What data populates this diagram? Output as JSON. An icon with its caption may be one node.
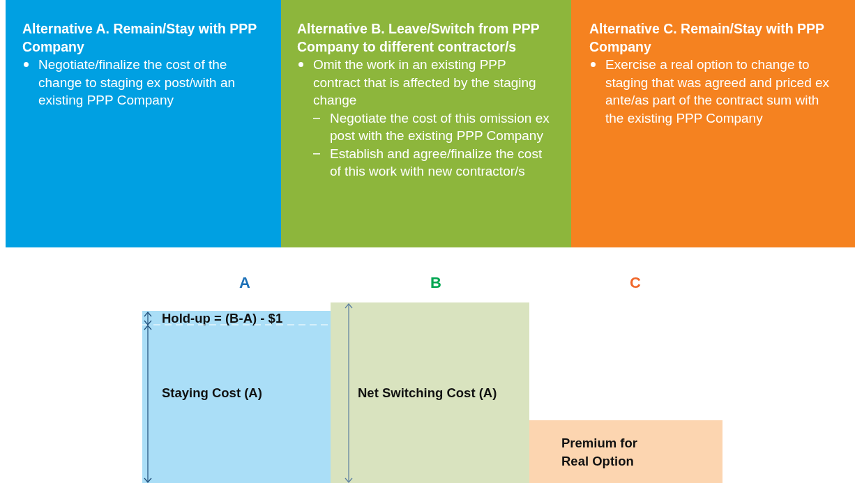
{
  "diagram": {
    "nodes": [
      {
        "text": [
          "Alternative A. Remain/Stay with PPP Company",
          "Negotiate/finalize the cost of the change to staging ex post/with an existing PPP Company"
        ]
      },
      {
        "text": [
          "Alternative B. Leave/Switch from PPP Company to different contractor/s",
          "Omit the work in an existing PPP contract that is affected by the staging change",
          "Negotiate the cost of this omission ex post with the existing PPP Company",
          "Establish and agree/finalize the cost of this work with new contractor/s"
        ]
      },
      {
        "text": [
          "Alternative C. Remain/Stay with PPP Company",
          "Exercise a real option to change to staging that was agreed and priced ex ante/as part of the contract sum with the existing PPP Company"
        ]
      },
      {
        "text": [
          "Hold-up = (B-A) - $1",
          "Staying Cost (A)"
        ]
      },
      {
        "text": [
          "Net Switching Cost (A)"
        ]
      },
      {
        "text": [
          "Premium for Real Option"
        ]
      }
    ],
    "labels": [
      "A",
      "B",
      "C"
    ]
  }
}
